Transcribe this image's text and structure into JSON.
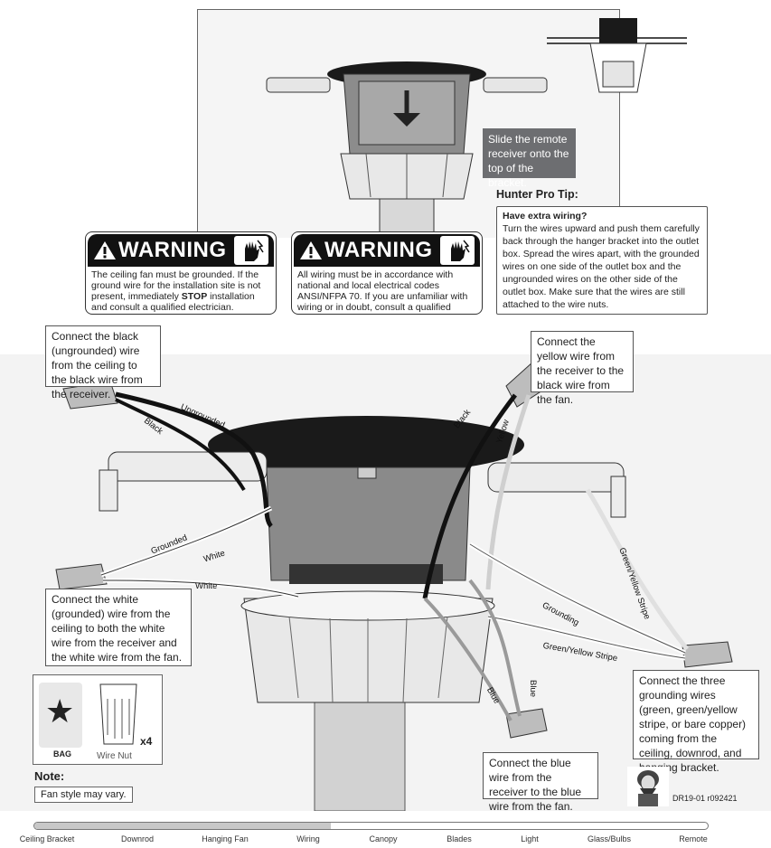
{
  "callouts": {
    "slide_receiver": "Slide the remote receiver onto the top of the bracket.",
    "black_wire": "Connect the black (ungrounded) wire from the ceiling to the black wire from the receiver.",
    "yellow_wire": "Connect the yellow wire from the receiver to the black wire from the fan.",
    "white_wire": "Connect the white (grounded) wire from the ceiling to both the white wire from the receiver and the white wire from the fan.",
    "grounding_wires": "Connect the three grounding wires (green, green/yellow stripe, or bare copper) coming from the ceiling, downrod, and hanging bracket.",
    "blue_wire": "Connect the blue wire from the receiver to the blue wire from the fan."
  },
  "warning_1": {
    "title": "WARNING",
    "text_before": "The ceiling fan must be grounded. If the ground wire for the installation site is not present, immediately ",
    "text_bold": "STOP",
    "text_after": " installation and consult a qualified electrician."
  },
  "warning_2": {
    "title": "WARNING",
    "text": "All wiring must be in accordance with national and local electrical codes ANSI/NFPA 70.  If you are unfamiliar with wiring or in doubt, consult a qualified electrician."
  },
  "pro_tip": {
    "heading": "Hunter Pro Tip:",
    "subheading": "Have extra wiring?",
    "text": "Turn the wires upward and push them carefully back through the hanger bracket into the outlet box. Spread the wires apart, with the grounded wires on one side of the outlet box and the ungrounded wires on the other side of the outlet box. Make sure that the wires are still attached to the wire nuts."
  },
  "wire_labels": {
    "ungrounded": "Ungrounded",
    "black_left": "Black",
    "black_right": "Black",
    "yellow": "Yellow",
    "grounded": "Grounded",
    "white_1": "White",
    "white_2": "White",
    "green_yellow_stripe_1": "Green/Yellow Stripe",
    "grounding": "Grounding",
    "green_yellow_stripe_2": "Green/Yellow Stripe",
    "blue_1": "Blue",
    "blue_2": "Blue"
  },
  "parts_box": {
    "bag_label": "BAG",
    "part_name": "Wire Nut",
    "quantity": "x4"
  },
  "note": {
    "heading": "Note:",
    "text": "Fan style may vary."
  },
  "doc_code": "DR19-01 r092421",
  "progress": {
    "fraction": 0.44,
    "steps": [
      "Ceiling Bracket",
      "Downrod",
      "Hanging Fan",
      "Wiring",
      "Canopy",
      "Blades",
      "Light",
      "Glass/Bulbs",
      "Remote"
    ]
  },
  "colors": {
    "callout_dark": "#6d6e71",
    "progress_fill": "#c8c8c8",
    "progress_track": "#ffffff",
    "wire_black": "#111111",
    "wire_white": "#ffffff",
    "wire_gray": "#8a8a8a"
  }
}
